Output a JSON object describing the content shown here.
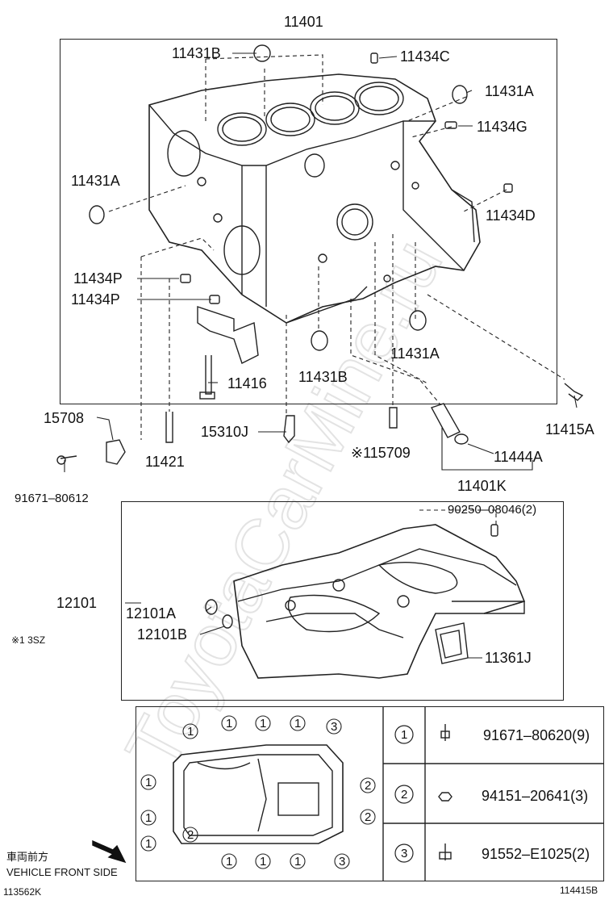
{
  "block": {
    "main": "11401",
    "c_11431B_top": "11431B",
    "c_11434C": "11434C",
    "c_11431A_right": "11431A",
    "c_11434G": "11434G",
    "c_11431A_left": "11431A",
    "c_11434D": "11434D",
    "c_11434P_1": "11434P",
    "c_11434P_2": "11434P",
    "c_11431A_bottom": "11431A",
    "c_11416": "11416",
    "c_11431B_bottom": "11431B"
  },
  "lower": {
    "c_15708": "15708",
    "c_15310J": "15310J",
    "c_15709": "※115709",
    "c_11415A": "11415A",
    "c_91671_80612": "91671–80612",
    "c_11421": "11421",
    "c_11444A": "11444A",
    "c_11401K": "11401K"
  },
  "pan": {
    "c_90250": "90250–08046(2)",
    "c_12101": "12101",
    "c_12101A": "12101A",
    "c_12101B": "12101B",
    "c_11361J": "11361J",
    "note": "※1  3SZ"
  },
  "bolts": {
    "c1_num": "1",
    "c1_part": "91671–80620(9)",
    "c2_num": "2",
    "c2_part": "94151–20641(3)",
    "c3_num": "3",
    "c3_part": "91552–E1025(2)"
  },
  "pattern": {
    "marks_top": [
      "1",
      "1",
      "1",
      "1",
      "3"
    ],
    "marks_left": [
      "1",
      "1",
      "1"
    ],
    "marks_right": [
      "2",
      "2"
    ],
    "marks_bottom": [
      "2",
      "1",
      "1",
      "1",
      "3"
    ],
    "front_jp": "車両前方",
    "front_en": "VEHICLE FRONT SIDE"
  },
  "footer": {
    "left_code": "113562K",
    "right_code": "114415B"
  },
  "watermark": "ToyotaCarMine.ru"
}
